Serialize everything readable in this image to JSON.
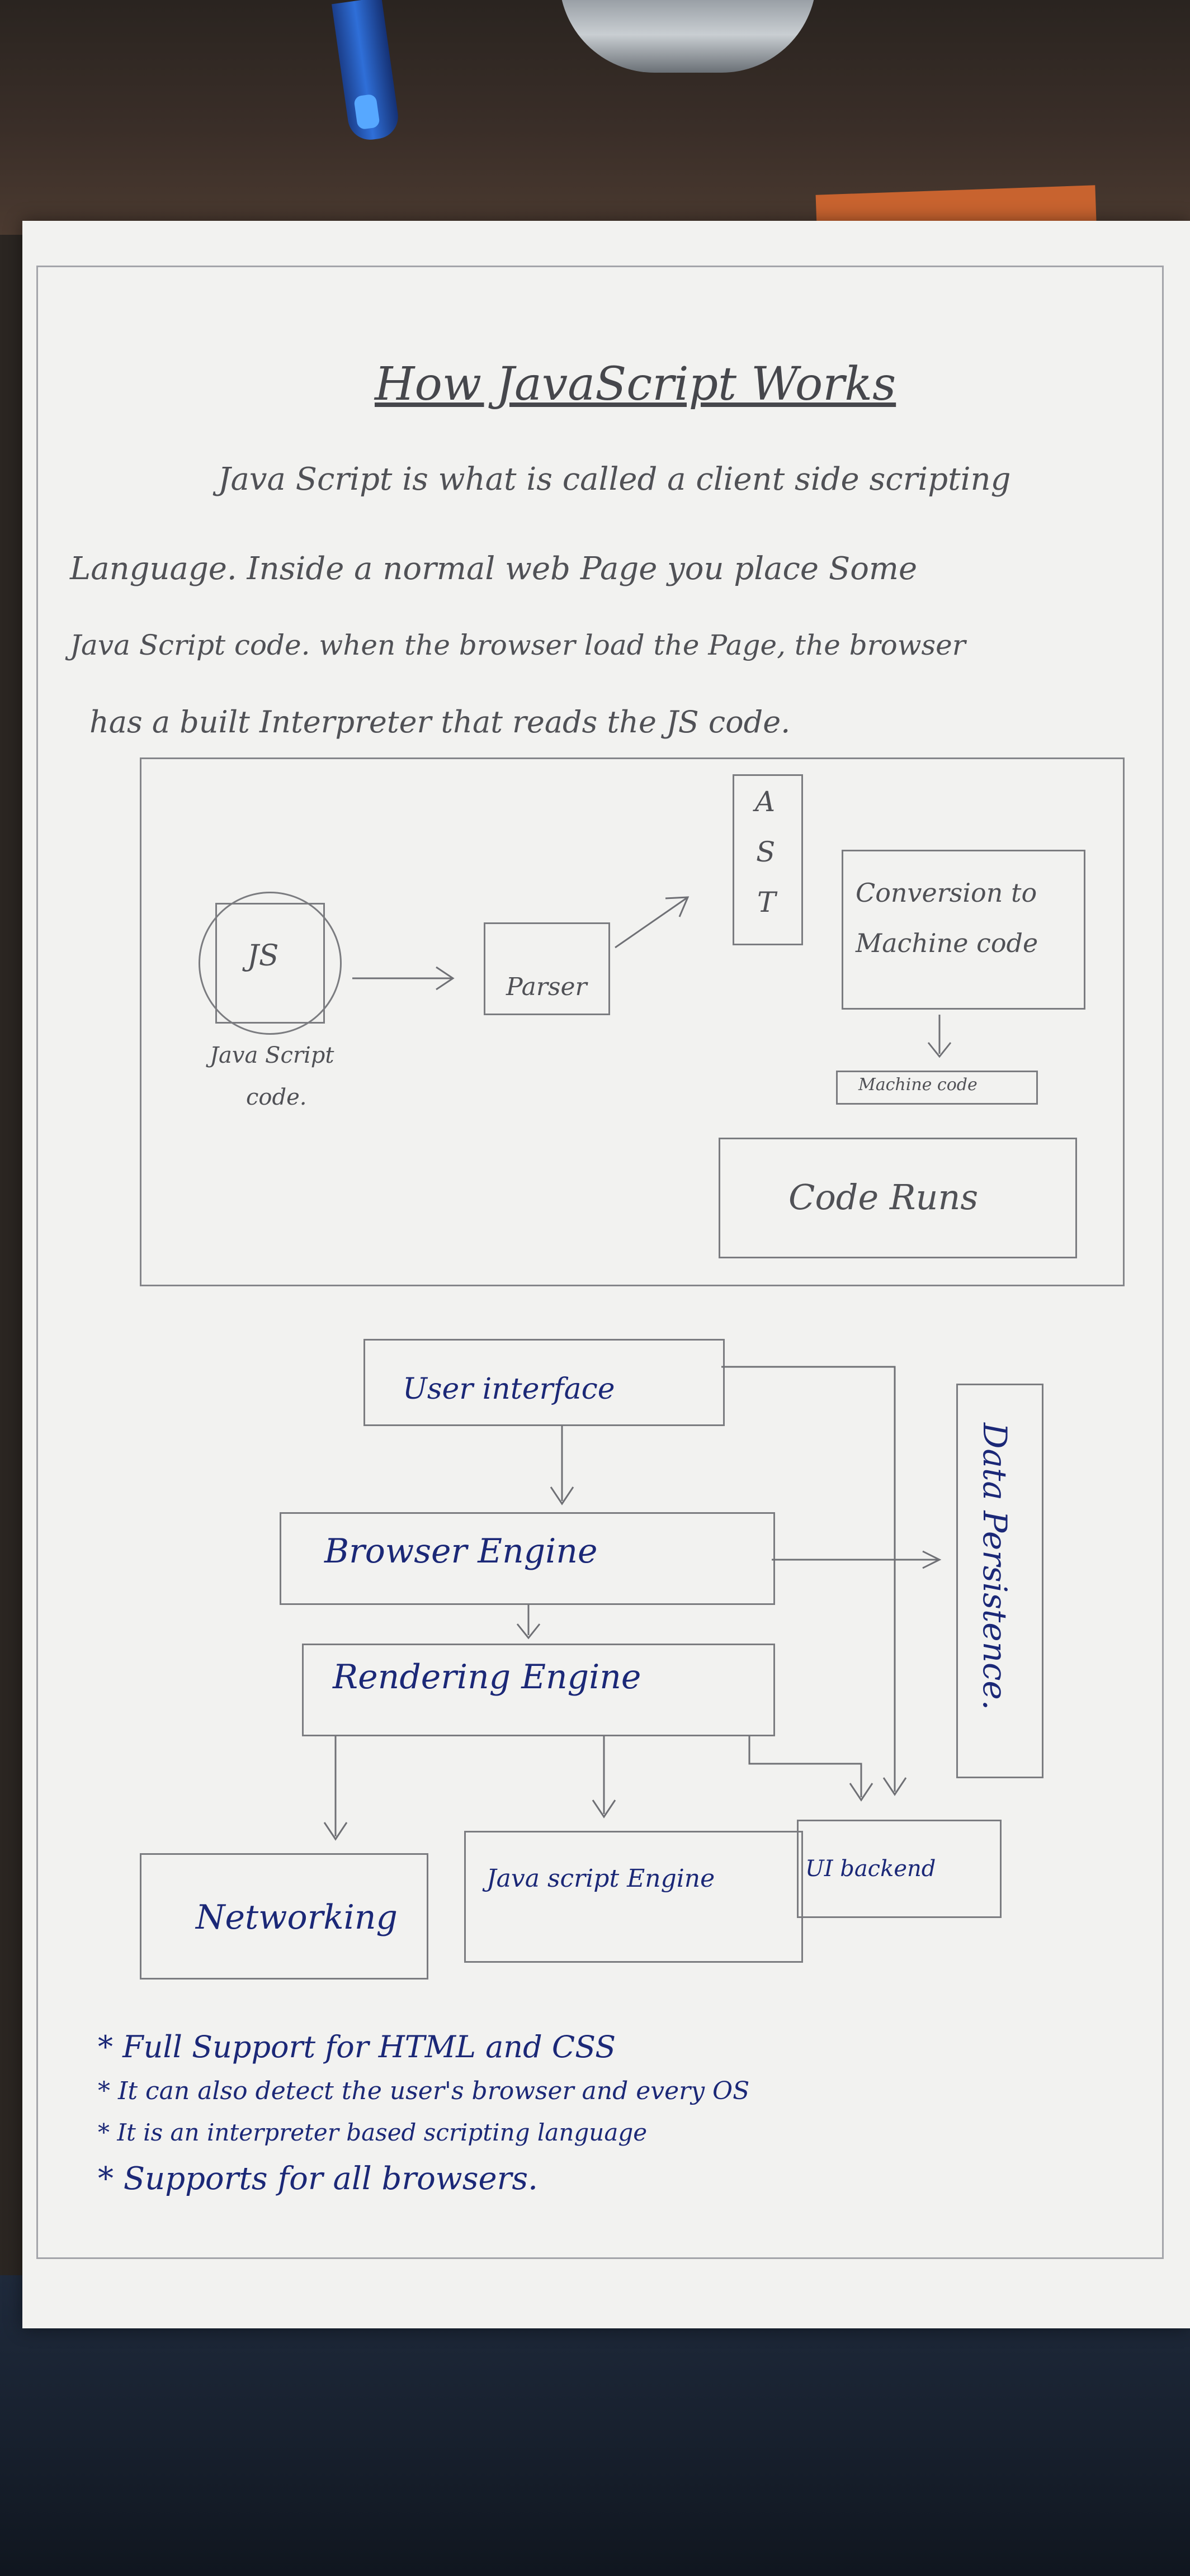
{
  "title": "How JavaScript Works",
  "intro_lines": [
    "Java Script is what is called a client side scripting",
    "Language. Inside a normal web Page you place Some",
    "Java Script code. when the browser load the Page, the browser",
    "has a built Interpreter that reads the JS code."
  ],
  "diagram1": {
    "js_icon_label": "JS",
    "source_caption_line1": "Java Script",
    "source_caption_line2": "code.",
    "parser": "Parser",
    "ast_letters": [
      "A",
      "S",
      "T"
    ],
    "conversion_line1": "Conversion to",
    "conversion_line2": "Machine code",
    "machine_code": "Machine code",
    "code_runs": "Code Runs"
  },
  "diagram2": {
    "user_interface": "User interface",
    "browser_engine": "Browser Engine",
    "rendering_engine": "Rendering Engine",
    "data_persistence": "Data Persistence.",
    "networking": "Networking",
    "javascript_engine": "Java script Engine",
    "ui_backend": "UI backend"
  },
  "bullets": [
    "* Full Support for HTML and CSS",
    "* It can also detect the user's browser and every OS",
    "* It is an interpreter based scripting language",
    "* Supports for all browsers."
  ],
  "colors": {
    "ink": "#1b2877",
    "pencil": "#505156",
    "paper": "#f2f2f0"
  }
}
